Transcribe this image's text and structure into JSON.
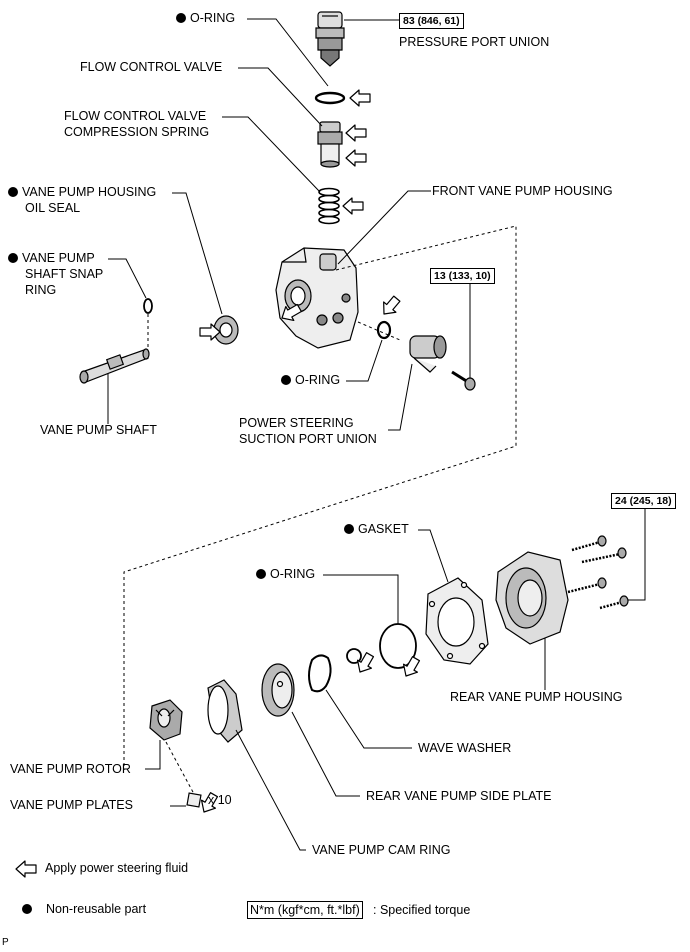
{
  "labels": {
    "o_ring_top": "O-RING",
    "pressure_port_union": "PRESSURE PORT UNION",
    "flow_control_valve": "FLOW CONTROL VALVE",
    "flow_control_valve_spring_l1": "FLOW CONTROL VALVE",
    "flow_control_valve_spring_l2": "COMPRESSION SPRING",
    "oil_seal_l1": "VANE PUMP HOUSING",
    "oil_seal_l2": "OIL SEAL",
    "front_housing": "FRONT VANE PUMP HOUSING",
    "snap_ring_l1": "VANE PUMP",
    "snap_ring_l2": "SHAFT SNAP",
    "snap_ring_l3": "RING",
    "o_ring_mid": "O-RING",
    "vane_pump_shaft": "VANE PUMP SHAFT",
    "suction_union_l1": "POWER STEERING",
    "suction_union_l2": "SUCTION PORT UNION",
    "gasket": "GASKET",
    "o_ring_low": "O-RING",
    "rear_housing": "REAR VANE PUMP HOUSING",
    "wave_washer": "WAVE WASHER",
    "vane_pump_rotor": "VANE PUMP ROTOR",
    "rear_side_plate": "REAR VANE PUMP SIDE PLATE",
    "vane_pump_plates": "VANE PUMP PLATES",
    "plates_qty": "x 10",
    "cam_ring": "VANE PUMP CAM RING"
  },
  "torques": {
    "pressure_port": "83 (846, 61)",
    "suction_bolt": "13 (133, 10)",
    "rear_bolts": "24 (245, 18)"
  },
  "legend": {
    "apply_fluid": "Apply power steering fluid",
    "non_reusable": "Non-reusable part",
    "torque_unit": "N*m (kgf*cm, ft.*lbf)",
    "torque_desc": ": Specified torque"
  },
  "footer_mark": "P"
}
